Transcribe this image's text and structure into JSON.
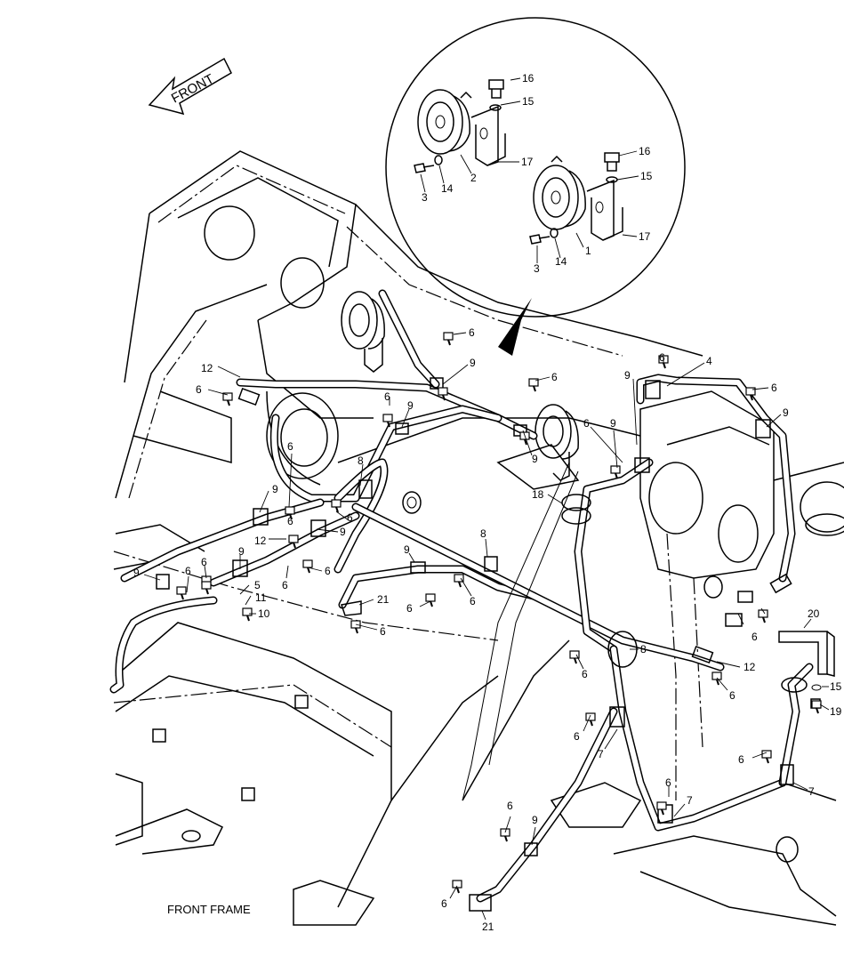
{
  "diagram": {
    "front_arrow_label": "FRONT",
    "caption": "FRONT FRAME",
    "part_numbers": {
      "horn_left": "2",
      "horn_right": "1",
      "bolt_a": "3",
      "bolt_b": "3",
      "washer_a": "14",
      "washer_b": "14",
      "bolt_top_a": "16",
      "bolt_top_b": "16",
      "washer_top_a": "15",
      "washer_top_b": "15",
      "bracket_a": "17",
      "bracket_b": "17",
      "harness_main": "4",
      "clamp_bolt": "6",
      "clip": "9",
      "clip_saddle": "8",
      "connector": "12",
      "bracket_small": "5",
      "nut_11": "11",
      "bolt_10": "10",
      "clip_21": "21",
      "grommet": "18",
      "clamp_7": "7",
      "bracket_20": "20",
      "washer_15": "15",
      "bolt_19": "19"
    }
  }
}
